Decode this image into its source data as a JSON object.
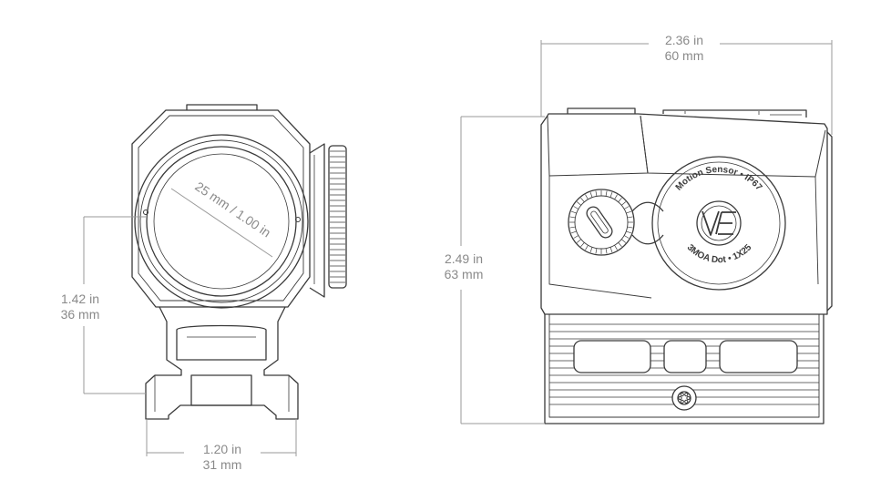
{
  "colors": {
    "outline": "#3a3a3a",
    "dimension_line": "#9a9a9a",
    "label_text": "#8a8a8a",
    "background": "#ffffff"
  },
  "front_view": {
    "lens_diameter": {
      "imperial": "25 mm / 1.00 in"
    },
    "optical_axis_height": {
      "imperial": "1.42 in",
      "metric": "36 mm"
    },
    "mount_width": {
      "imperial": "1.20 in",
      "metric": "31 mm"
    }
  },
  "side_view": {
    "overall_width": {
      "imperial": "2.36 in",
      "metric": "60 mm"
    },
    "overall_height": {
      "imperial": "2.49 in",
      "metric": "63 mm"
    },
    "turret_markings": [
      "Motion Sensor",
      "IP67",
      "1X25",
      "3MOA Dot"
    ],
    "logo_icon": "vortex-logo-icon"
  }
}
